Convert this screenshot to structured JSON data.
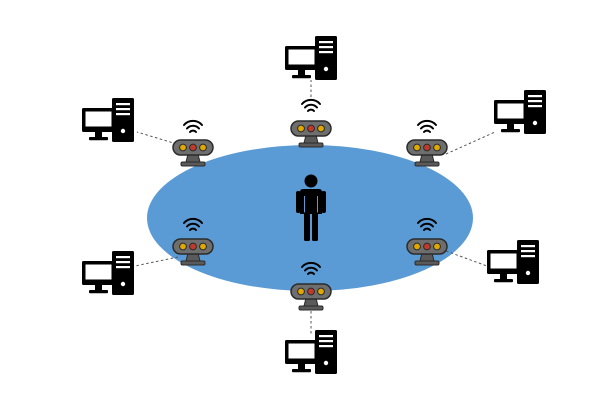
{
  "diagram": {
    "type": "multi-sensor-setup",
    "capture_area": {
      "shape": "ellipse",
      "color": "#5B9BD5"
    },
    "subject": {
      "icon": "person-icon",
      "color": "#000000"
    },
    "sensor_style": {
      "body_color": "#6E6E6E",
      "body_outline": "#2B2B2B",
      "stand_color": "#5A5A5A",
      "lens_colors": [
        "#E0A800",
        "#C0392B",
        "#E0A800"
      ],
      "wifi_icon": "wifi-icon"
    },
    "computer_style": {
      "icon": "desktop-computer-icon",
      "color": "#000000",
      "link_style": "dashed",
      "link_color": "#555555"
    },
    "nodes": [
      {
        "id": "top-left"
      },
      {
        "id": "top"
      },
      {
        "id": "top-right"
      },
      {
        "id": "bottom-left"
      },
      {
        "id": "bottom"
      },
      {
        "id": "bottom-right"
      }
    ]
  }
}
